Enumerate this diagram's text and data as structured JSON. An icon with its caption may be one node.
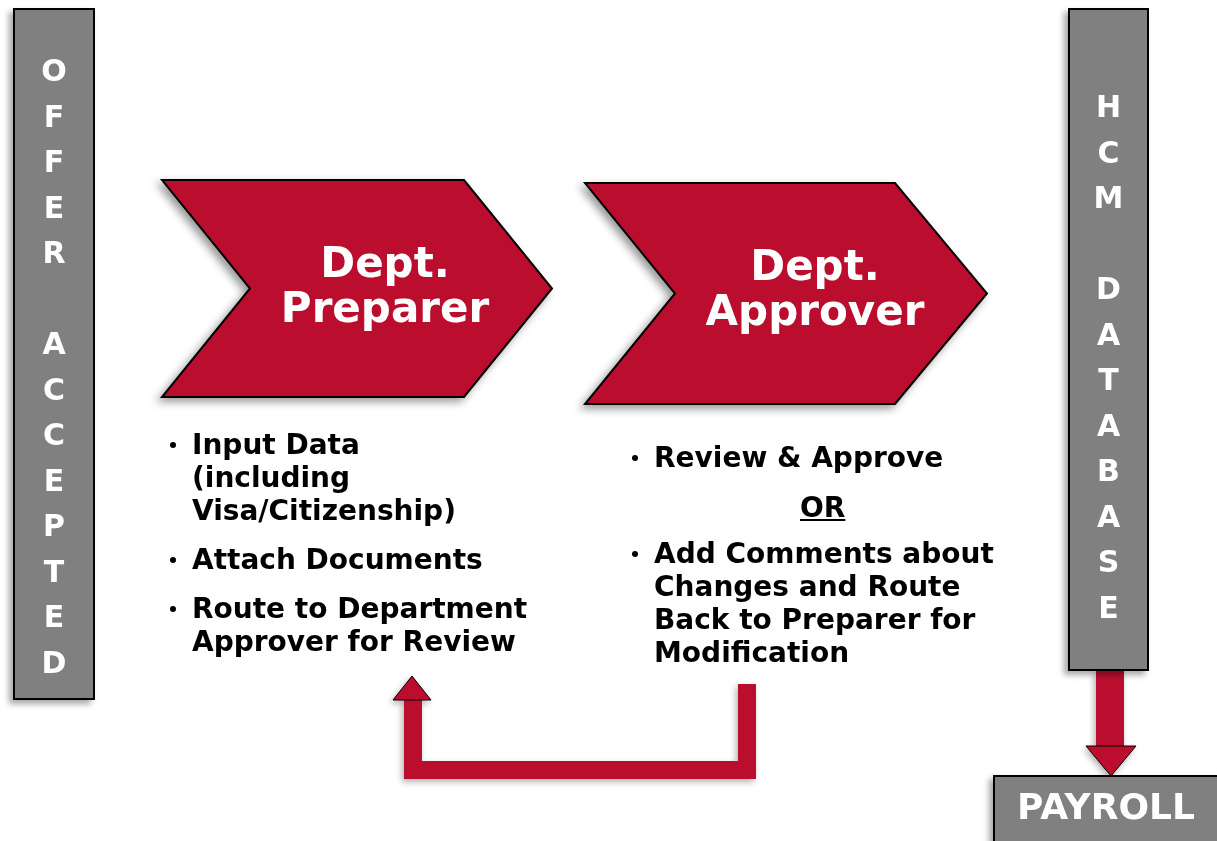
{
  "diagram": {
    "nodes": [
      {
        "text": [
          "OFFER ACCEPTED"
        ]
      },
      {
        "text": [
          "Dept. Preparer"
        ],
        "beside": [
          "Input Data (including Visa/Citizenship)",
          "Attach Documents",
          "Route to Department Approver for Review"
        ]
      },
      {
        "text": [
          "Dept. Approver"
        ],
        "beside": [
          "Review & Approve",
          "Add Comments about Changes and Route Back to Preparer for Modification"
        ]
      },
      {
        "text": [
          "HCM DATABASE"
        ]
      },
      {
        "text": [
          "PAYROLL"
        ]
      }
    ],
    "edges": [
      {
        "from": 2,
        "to": 1,
        "arrow": "to"
      },
      {
        "from": 3,
        "to": 4,
        "arrow": "to"
      }
    ],
    "labels": [
      "OR"
    ]
  }
}
